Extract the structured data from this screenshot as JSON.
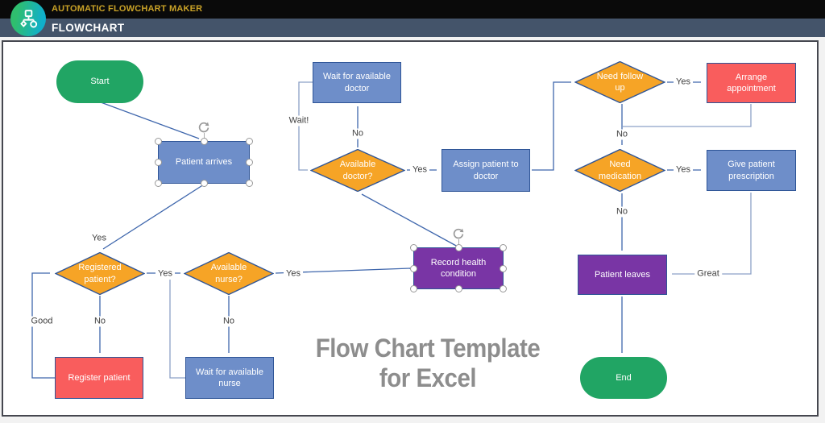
{
  "header": {
    "app_title": "AUTOMATIC FLOWCHART MAKER",
    "sheet_title": "FLOWCHART",
    "app_title_color": "#C9A227",
    "topbar_color": "#0A0A0A",
    "subbar_color": "#44546A"
  },
  "watermark": {
    "line1": "Flow Chart Template",
    "line2": "for Excel",
    "color": "#8D8D8D"
  },
  "diagram": {
    "selected_nodes": [
      "patient_arrives",
      "record_health"
    ],
    "palette": {
      "process_blue": "#6E8EC9",
      "decision_orange": "#F6A426",
      "alert_red": "#F95D5D",
      "terminal_green": "#21A564",
      "record_purple": "#7935A5",
      "shape_border": "#2F5597",
      "connector_dark": "#3E66AC",
      "connector_light": "#8CA0C6"
    },
    "nodes": {
      "start": {
        "label": "Start",
        "type": "terminator"
      },
      "patient_arrives": {
        "label": "Patient arrives",
        "type": "process"
      },
      "registered_patient": {
        "label": "Registered patient?",
        "type": "decision"
      },
      "register_patient": {
        "label": "Register patient",
        "type": "process"
      },
      "available_nurse": {
        "label": "Available nurse?",
        "type": "decision"
      },
      "wait_nurse": {
        "label": "Wait for available nurse",
        "type": "process"
      },
      "record_health": {
        "label": "Record health condition",
        "type": "process"
      },
      "available_doctor": {
        "label": "Available doctor?",
        "type": "decision"
      },
      "wait_doctor": {
        "label": "Wait for available doctor",
        "type": "process"
      },
      "assign_doctor": {
        "label": "Assign patient to doctor",
        "type": "process"
      },
      "need_followup": {
        "label": "Need follow up",
        "type": "decision"
      },
      "arrange_appointment": {
        "label": "Arrange appointment",
        "type": "process"
      },
      "need_medication": {
        "label": "Need medication",
        "type": "decision"
      },
      "give_prescription": {
        "label": "Give patient prescription",
        "type": "process"
      },
      "patient_leaves": {
        "label": "Patient leaves",
        "type": "process"
      },
      "end": {
        "label": "End",
        "type": "terminator"
      }
    },
    "edge_labels": {
      "yes_registered": "Yes",
      "no_registered": "No",
      "good": "Good",
      "yes_nurse": "Yes",
      "no_nurse": "No",
      "yes_record": "Yes",
      "wait": "Wait!",
      "no_doctor": "No",
      "yes_doctor": "Yes",
      "yes_followup": "Yes",
      "no_followup": "No",
      "yes_medication": "Yes",
      "no_medication": "No",
      "great": "Great"
    }
  }
}
